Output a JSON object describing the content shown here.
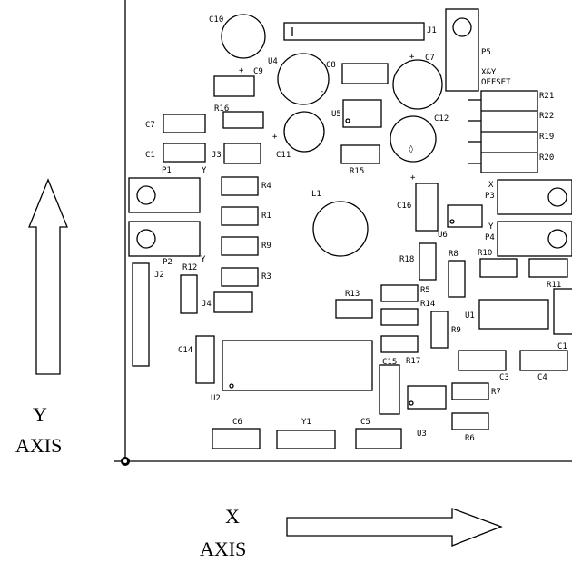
{
  "axes": {
    "y_letter": "Y",
    "y_word": "AXIS",
    "x_letter": "X",
    "x_word": "AXIS"
  },
  "labels": {
    "c10": "C10",
    "j1": "J1",
    "p5": "P5",
    "c7_top": "C7",
    "xy_offset_1": "X&Y",
    "xy_offset_2": "OFFSET",
    "u4": "U4",
    "c9": "C9",
    "c8": "C8",
    "r21": "R21",
    "r22": "R22",
    "r19": "R19",
    "r20": "R20",
    "r16": "R16",
    "u5": "U5",
    "c12": "C12",
    "c7_left": "C7",
    "c1": "C1",
    "j3": "J3",
    "c11": "C11",
    "r15": "R15",
    "p1": "P1",
    "p1_y": "Y",
    "r4": "R4",
    "l1": "L1",
    "x_p3": "X",
    "p3": "P3",
    "r1": "R1",
    "c16": "C16",
    "u6": "U6",
    "y_p4": "Y",
    "p4": "P4",
    "r9": "R9",
    "p2": "P2",
    "p2_y": "Y",
    "r12": "R12",
    "j2": "J2",
    "r18": "R18",
    "r8": "R8",
    "r10": "R10",
    "r11": "R11",
    "r3": "R3",
    "j4": "J4",
    "r13": "R13",
    "r5": "R5",
    "r14": "R14",
    "u1": "U1",
    "r9b": "R9",
    "c14": "C14",
    "r17": "R17",
    "c15": "C15",
    "c3": "C3",
    "c4": "C4",
    "c1_right": "C1",
    "r7": "R7",
    "u2": "U2",
    "c6": "C6",
    "y1": "Y1",
    "c5": "C5",
    "u3": "U3",
    "r6": "R6"
  }
}
